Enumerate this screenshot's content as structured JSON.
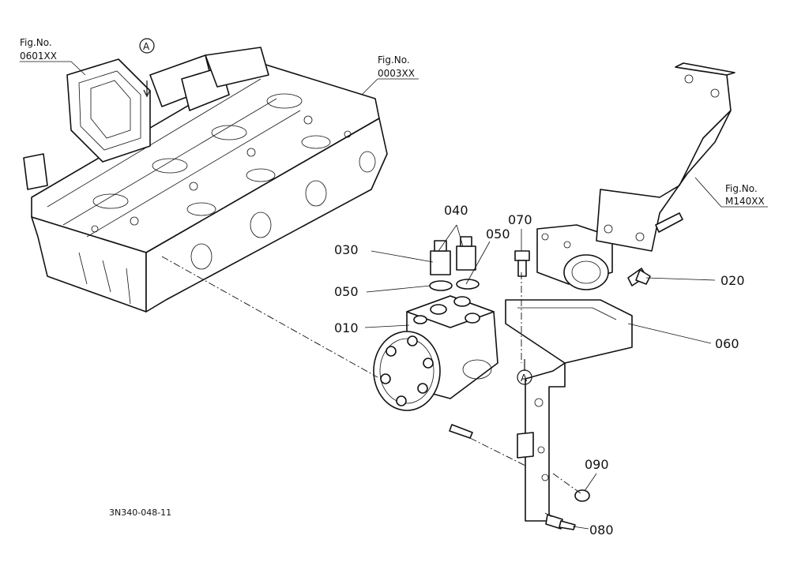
{
  "callouts": [
    {
      "id": "010",
      "text": "010"
    },
    {
      "id": "020",
      "text": "020"
    },
    {
      "id": "030",
      "text": "030"
    },
    {
      "id": "040",
      "text": "040"
    },
    {
      "id": "050a",
      "text": "050"
    },
    {
      "id": "050b",
      "text": "050"
    },
    {
      "id": "060",
      "text": "060"
    },
    {
      "id": "070",
      "text": "070"
    },
    {
      "id": "080",
      "text": "080"
    },
    {
      "id": "090",
      "text": "090"
    }
  ],
  "fig_refs": [
    {
      "label": "Fig.No.",
      "number": "0601XX"
    },
    {
      "label": "Fig.No.",
      "number": "0003XX"
    },
    {
      "label": "Fig.No.",
      "number": "M140XX"
    }
  ],
  "markers": {
    "a_top": "A",
    "a_bottom": "A"
  },
  "drawing_code": "3N340-048-11"
}
